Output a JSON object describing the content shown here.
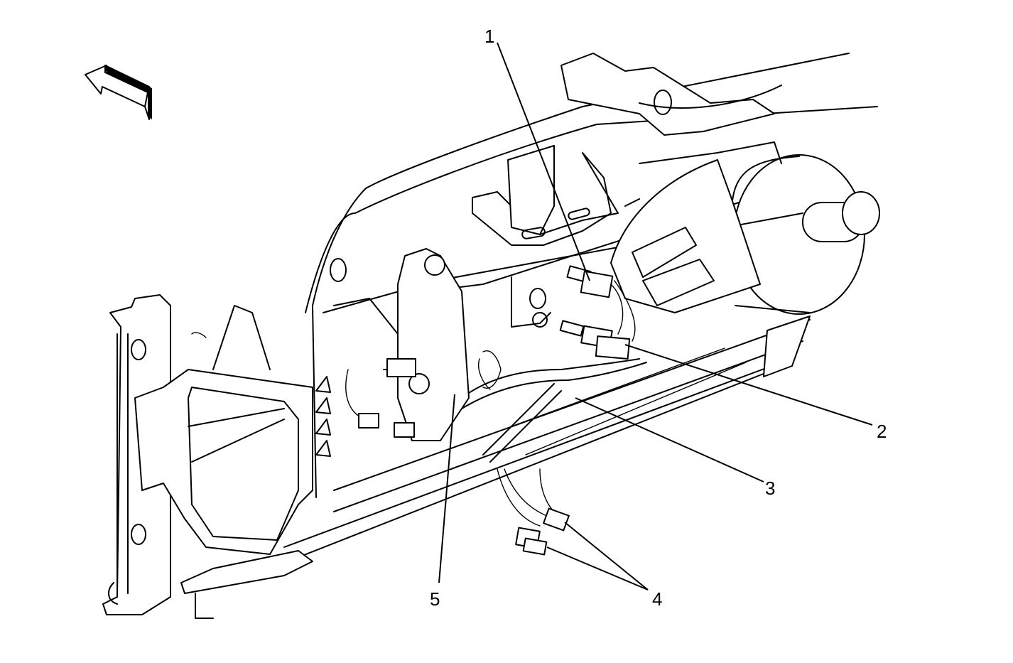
{
  "callouts": [
    {
      "id": "1",
      "label": "1"
    },
    {
      "id": "2",
      "label": "2"
    },
    {
      "id": "3",
      "label": "3"
    },
    {
      "id": "4",
      "label": "4"
    },
    {
      "id": "5",
      "label": "5"
    }
  ],
  "colors": {
    "line": "#000000",
    "background": "#ffffff"
  },
  "icons": {
    "direction_arrow": "front-direction-arrow-icon"
  }
}
